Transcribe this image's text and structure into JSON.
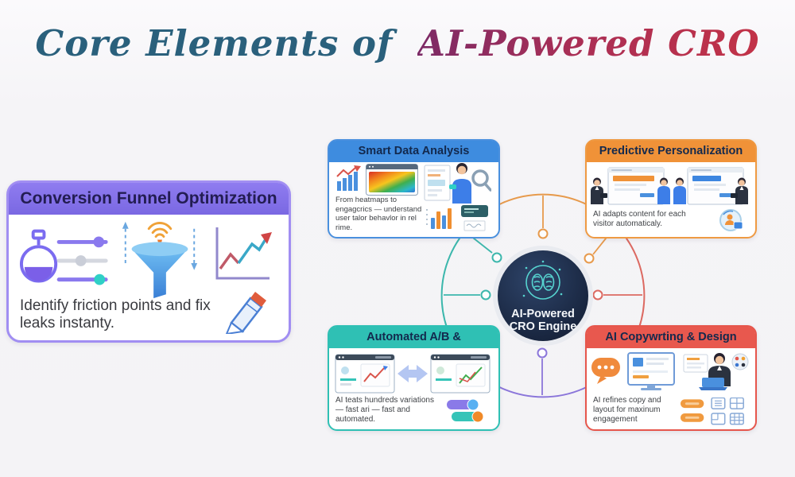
{
  "title": {
    "part1": "Core Elements of",
    "part2": "AI-Powered CRO",
    "part1_color": "#2a607c",
    "part2_gradient": [
      "#7c2a66",
      "#c23247"
    ]
  },
  "funnel_card": {
    "title": "Conversion Funnel Optimization",
    "description": "Identify friction points and fix leaks instanty.",
    "accent": "#7e6de8",
    "border": "#a18ef2",
    "icons": [
      "flask-sliders-icon",
      "funnel-signal-icon",
      "growth-chart-icon",
      "pencil-icon"
    ]
  },
  "hub": {
    "line1": "AI-Powered",
    "line2": "CRO Engine",
    "icon": "brain-icon",
    "bg": "#182844",
    "icon_color": "#56d4d0"
  },
  "cards": {
    "smart": {
      "title": "Smart Data Analysis",
      "description": "From heatmaps to engagcrics — understand user talor behavlor in rel rime.",
      "accent": "#3e8cdf",
      "icons": [
        "trend-bars-icon",
        "heatmap-icon",
        "analyst-person-icon",
        "magnifier-icon",
        "mini-bars-icon",
        "data-tag-icon"
      ]
    },
    "predictive": {
      "title": "Predictive Personalization",
      "description": "AI adapts content for each visitor automaticaly.",
      "accent": "#f09238",
      "icons": [
        "ab-webpages-icon",
        "visitor-persona-icon"
      ]
    },
    "automated": {
      "title": "Automated A/B &",
      "description": "AI teats hundreds variations — fast ari — fast and automated.",
      "accent": "#2fc0b4",
      "icons": [
        "variant-compare-icon",
        "toggle-icons"
      ]
    },
    "copywriting": {
      "title": "AI Copywrting & Design",
      "description": "AI refines copy and layout for maxinum engagement",
      "accent": "#e6564c",
      "icons": [
        "chat-bubble-icon",
        "monitor-doc-icon",
        "designer-person-icon",
        "palette-icon",
        "cta-pill-icons",
        "layout-grid-icons"
      ]
    }
  },
  "diagram": {
    "ring_colors": {
      "left": "#3cb7ac",
      "top": "#e79a4c",
      "right": "#dc6a62",
      "bottom": "#8b76da"
    }
  }
}
